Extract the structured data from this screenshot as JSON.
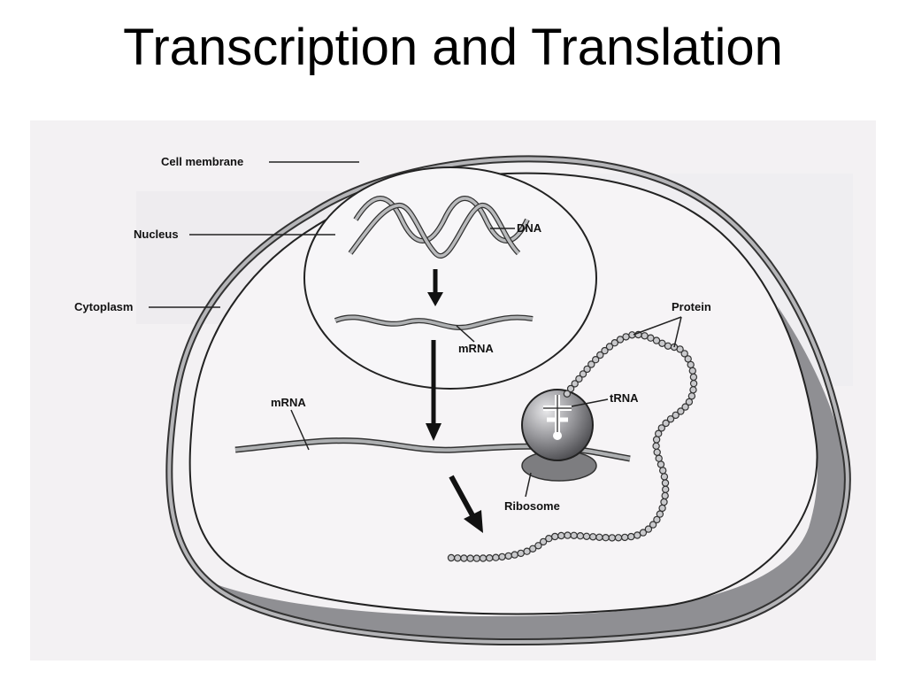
{
  "slide": {
    "title": "Transcription and Translation"
  },
  "diagram": {
    "labels": {
      "cell_membrane": "Cell membrane",
      "nucleus": "Nucleus",
      "cytoplasm": "Cytoplasm",
      "dna": "DNA",
      "mrna_nucleus": "mRNA",
      "mrna_cytoplasm": "mRNA",
      "protein": "Protein",
      "trna": "tRNA",
      "ribosome": "Ribosome"
    },
    "colors": {
      "figure_background": "#f3f1f3",
      "cell_interior": "#f6f4f6",
      "membrane_shadow": "#8f8f93",
      "strand": "#a9abad",
      "ribosome": "#7d7d80"
    }
  }
}
